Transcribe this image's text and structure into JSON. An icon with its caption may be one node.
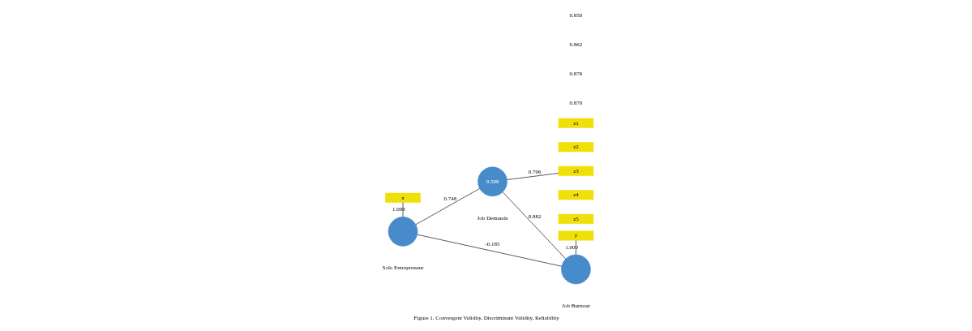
{
  "diagram": {
    "caption": "Figure 1. Convergent Validity, Discriminant Validity, Reliability",
    "nodes": [
      {
        "text": [
          "x"
        ]
      },
      {
        "text": [],
        "shape": "circle",
        "beside": [
          "Solo Entrepreneur"
        ]
      },
      {
        "text": [
          "0.599"
        ],
        "beside": [
          "Job Demands"
        ]
      },
      {
        "text": [
          "z1"
        ]
      },
      {
        "text": [
          "z2"
        ]
      },
      {
        "text": [
          "z3"
        ]
      },
      {
        "text": [
          "z4"
        ]
      },
      {
        "text": [
          "z5"
        ]
      },
      {
        "text": [
          "y"
        ]
      },
      {
        "text": [],
        "shape": "circle",
        "beside": [
          "Job Burnout"
        ]
      }
    ],
    "edges": [
      {
        "from": 0,
        "to": 1,
        "arrow": "none",
        "label": "1.000"
      },
      {
        "from": 1,
        "to": 2,
        "arrow": "none",
        "label": "0.748"
      },
      {
        "from": 2,
        "to": 5,
        "arrow": "none",
        "label": "0.706"
      },
      {
        "from": 2,
        "to": 9,
        "arrow": "none",
        "label": "0.882"
      },
      {
        "from": 1,
        "to": 9,
        "arrow": "none",
        "label": "-0.185"
      },
      {
        "from": 8,
        "to": 9,
        "arrow": "none",
        "label": "1.000"
      }
    ],
    "labels": [
      "0.850",
      "0.862",
      "0.876",
      "0.870"
    ]
  }
}
